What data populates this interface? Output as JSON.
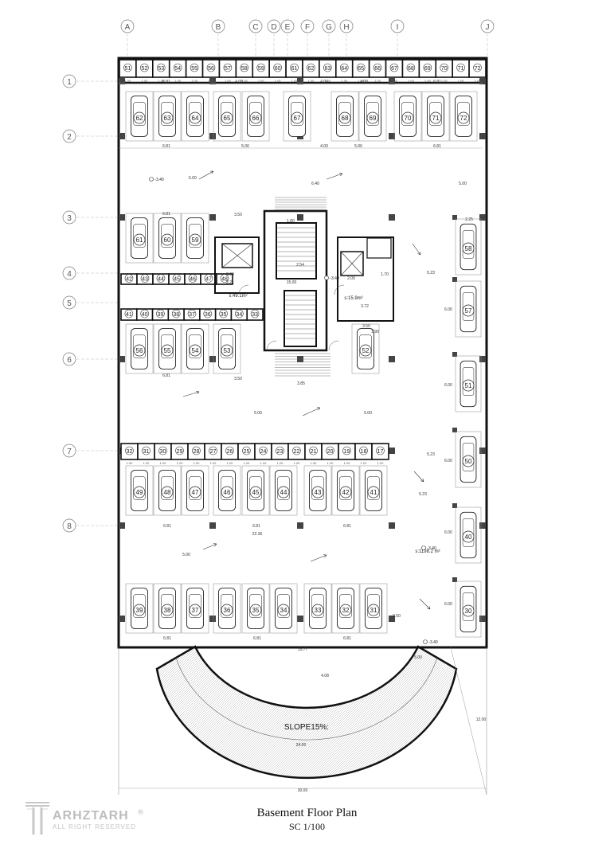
{
  "title": "Basement Floor Plan",
  "scale": "SC   1/100",
  "slope_label": "SLOPE15%:",
  "logo": {
    "name": "ARHZTARH",
    "subtitle": "ALL RIGHT RESERVED",
    "mark": "®"
  },
  "grid_columns": [
    "A",
    "B",
    "C",
    "D",
    "E",
    "F",
    "G",
    "H",
    "I",
    "J"
  ],
  "grid_rows": [
    "1",
    "2",
    "3",
    "4",
    "5",
    "6",
    "7",
    "8"
  ],
  "areas": {
    "main": "s:1198.2 m²",
    "core_left": "s:49.1m²",
    "core_right": "s:15.9m²"
  },
  "level_mark": "-3.40",
  "storage_top": [
    "51",
    "52",
    "53",
    "54",
    "55",
    "56",
    "57",
    "58",
    "59",
    "60",
    "61",
    "62",
    "63",
    "64",
    "65",
    "66",
    "67",
    "68",
    "69",
    "70",
    "71",
    "72"
  ],
  "storage_row4": [
    "42",
    "43",
    "44",
    "45",
    "46",
    "47",
    "48"
  ],
  "storage_row5": [
    "41",
    "40",
    "39",
    "38",
    "37",
    "36",
    "35",
    "34",
    "33"
  ],
  "storage_row7": [
    "32",
    "31",
    "30",
    "29",
    "28",
    "27",
    "26",
    "25",
    "24",
    "23",
    "22",
    "21",
    "20",
    "19",
    "18",
    "17"
  ],
  "parking_row2": [
    "62",
    "63",
    "64",
    "65",
    "66",
    "67",
    "68",
    "69",
    "70",
    "71",
    "72"
  ],
  "parking_row3": [
    "61",
    "60",
    "59"
  ],
  "parking_row6": [
    "56",
    "55",
    "54",
    "53",
    "52"
  ],
  "parking_row8a": [
    "49",
    "48",
    "47",
    "46",
    "45",
    "44",
    "43",
    "42",
    "41"
  ],
  "parking_row8b": [
    "39",
    "38",
    "37",
    "36",
    "35",
    "34",
    "33",
    "32",
    "31"
  ],
  "parking_right": [
    "58",
    "57",
    "51",
    "50",
    "40",
    "30"
  ],
  "dimensions": {
    "bay_top_a": "6.81",
    "bay_top_b": "4.09",
    "bay_top_c": "4.04",
    "bay_top_d": "4.08",
    "bay_top_e": "6.81",
    "bay_mid_a": "6.81",
    "bay_mid_b": "5.06",
    "bay_mid_c": "4.00",
    "bay_mid_d": "5.06",
    "bay_mid_e": "6.81",
    "aisle": "5.00",
    "ramp_aisle": "6.40",
    "total_width": "30.00",
    "row8_total": "22.36",
    "ramp_width": "13.77",
    "ramp_depth": "4.08",
    "ramp_radius": "24.00",
    "right_total": "12.00",
    "core_a": "3.50",
    "core_b": "1.90",
    "core_c": "1.20",
    "core_d": "2.54",
    "core_e": "2.00",
    "core_f": "15.00",
    "core_g": "5.23",
    "core_h": "3.72",
    "core_i": "2.25",
    "core_j": "3.85",
    "core_k": "6.00",
    "core_l": "0.50",
    "core_m": "1.80",
    "core_n": "1.70",
    "core_o": "2.21"
  }
}
